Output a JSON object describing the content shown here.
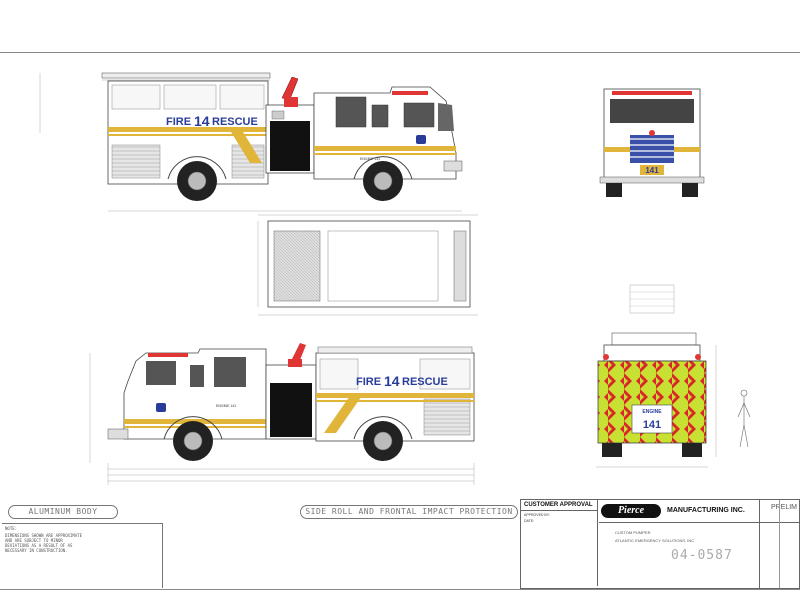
{
  "unit_text": {
    "fire_label": "FIRE",
    "unit_number": "14",
    "rescue_label": "RESCUE",
    "engine_label": "ENGINE 141",
    "rear_engine_label": "ENGINE",
    "rear_number": "141",
    "front_number": "141"
  },
  "labels": {
    "body_material": "ALUMINUM BODY",
    "protection": "SIDE ROLL AND FRONTAL IMPACT PROTECTION"
  },
  "title_block": {
    "customer_approval": "CUSTOMER APPROVAL",
    "approved_by": "APPROVED BY:",
    "date_label": "DATE:",
    "brand": "Pierce",
    "manufacturer": "MANUFACTURING INC.",
    "description_1": "CUSTOM PUMPER",
    "description_2": "ATLANTIC EMERGENCY SOLUTIONS, INC.",
    "drawing_number": "04-0587",
    "prelim": "PRELIM"
  },
  "notes": {
    "heading": "NOTE:",
    "body": "DIMENSIONS SHOWN ARE APPROXIMATE AND ARE SUBJECT TO MINOR DEVIATIONS AS A RESULT OF AS NECESSARY IN CONSTRUCTION."
  },
  "colors": {
    "stripe": "#e1b43a",
    "lettering": "#2a3c9a",
    "chevron_yellow": "#c8e032",
    "chevron_red": "#d9262a",
    "light_red": "#e03535",
    "outline": "#444444"
  }
}
